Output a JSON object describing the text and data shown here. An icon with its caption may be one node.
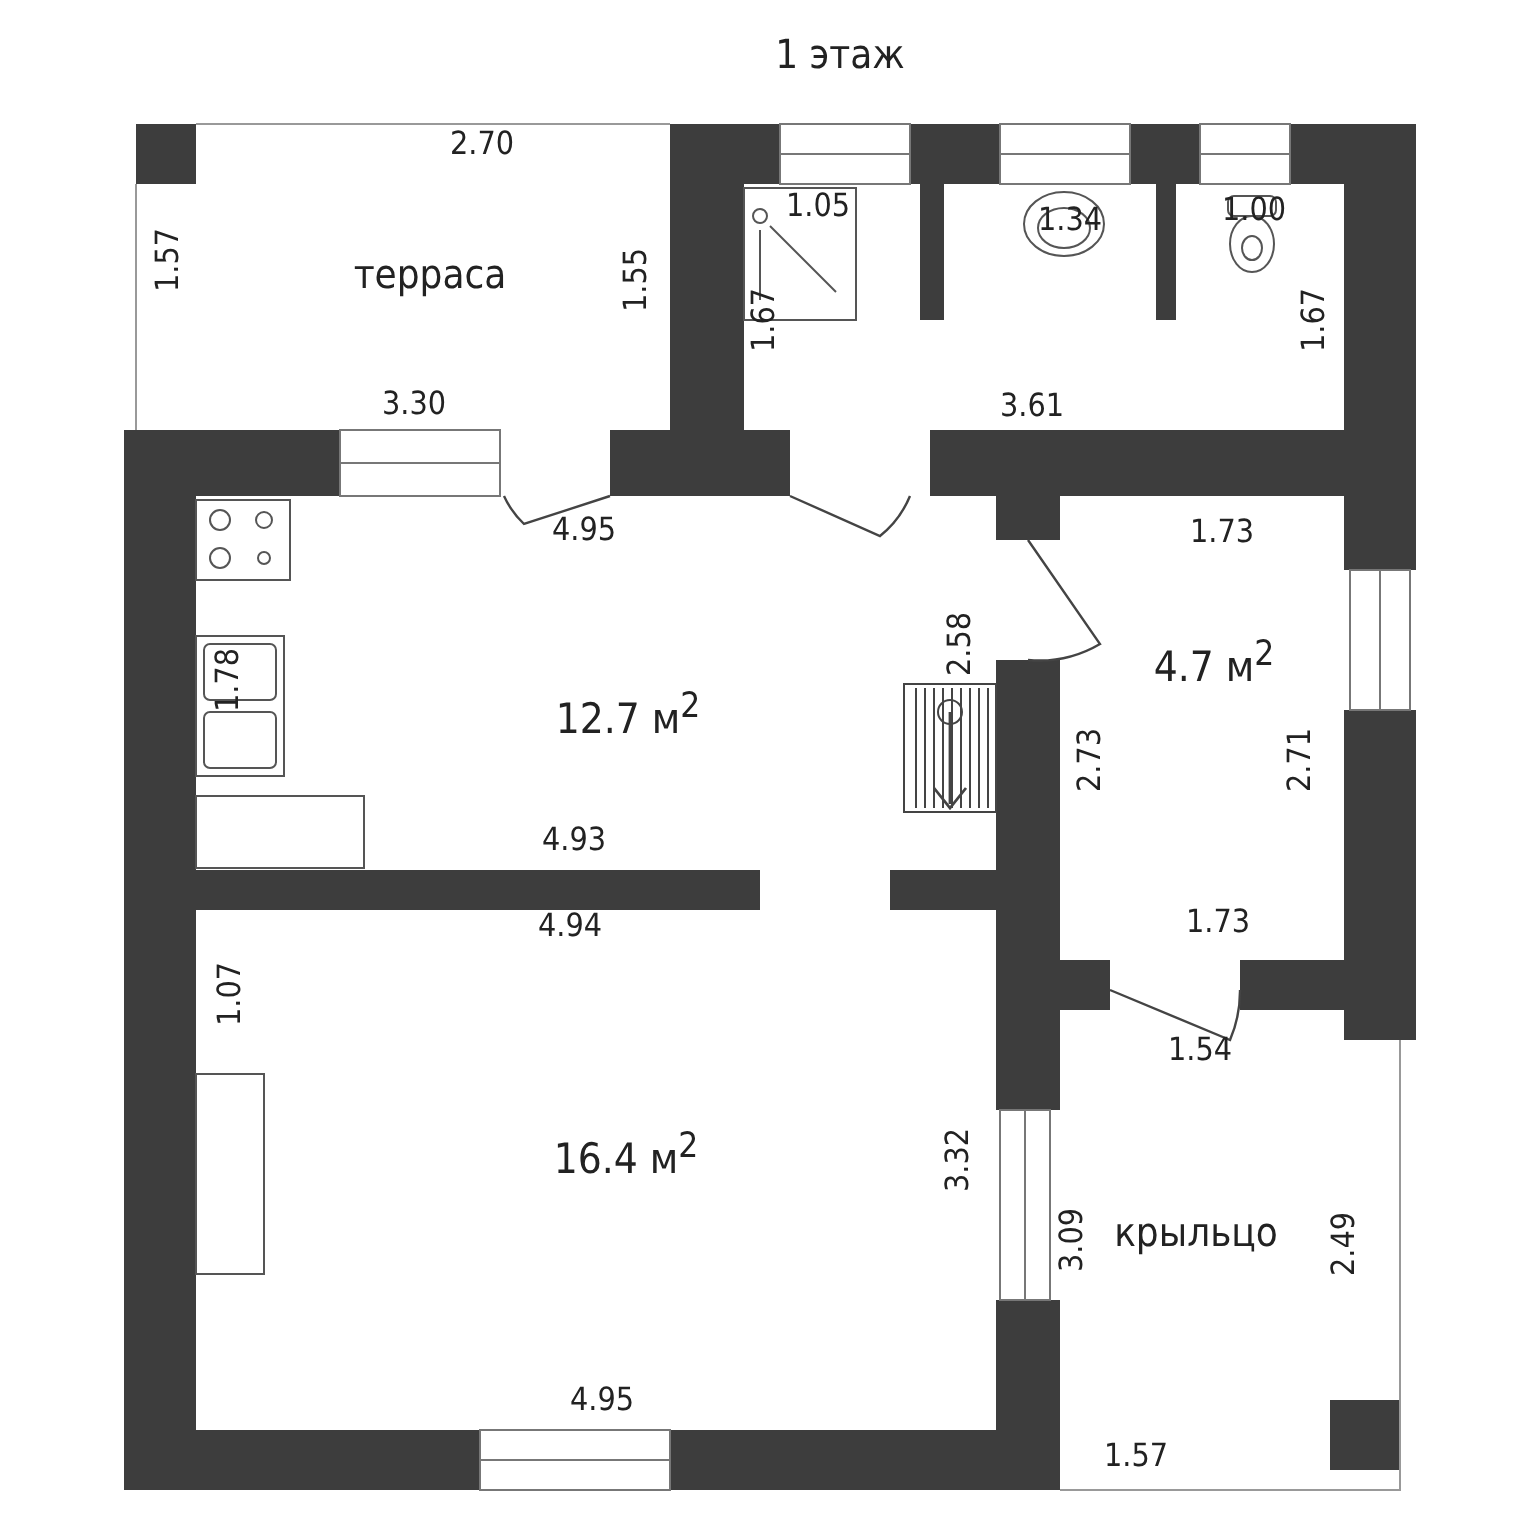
{
  "diagram": {
    "title": "1 этаж",
    "labels": [
      "2.70",
      "1.05",
      "1.34",
      "1.00",
      "терраса",
      "1.57",
      "1.55",
      "1.67",
      "1.67",
      "3.30",
      "3.61",
      "4.95",
      "1.73",
      "1.78",
      "2.58",
      "4.7 м$^{2}$",
      "12.7 м$^{2}$",
      "2.73",
      "2.71",
      "4.93",
      "4.94",
      "1.73",
      "1.07",
      "1.54",
      "16.4 м$^{2}$",
      "3.32",
      "3.09",
      "крыльцо",
      "2.49",
      "4.95",
      "1.57"
    ]
  }
}
